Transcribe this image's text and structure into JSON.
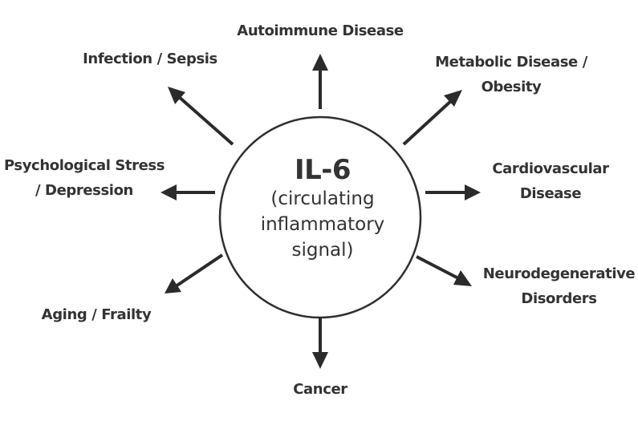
{
  "center": {
    "title": "IL-6",
    "line1": "(circulating",
    "line2": "inflammatory",
    "line3": "signal)"
  },
  "outcomes": {
    "autoimmune": [
      "Autoimmune Disease"
    ],
    "infection": [
      "Infection / Sepsis"
    ],
    "metabolic": [
      "Metabolic Disease /",
      "Obesity"
    ],
    "psych": [
      "Psychological Stress",
      "/ Depression"
    ],
    "cardio": [
      "Cardiovascular",
      "Disease"
    ],
    "neuro": [
      "Neurodegenerative",
      "Disorders"
    ],
    "aging": [
      "Aging / Frailty"
    ],
    "cancer": [
      "Cancer"
    ]
  }
}
